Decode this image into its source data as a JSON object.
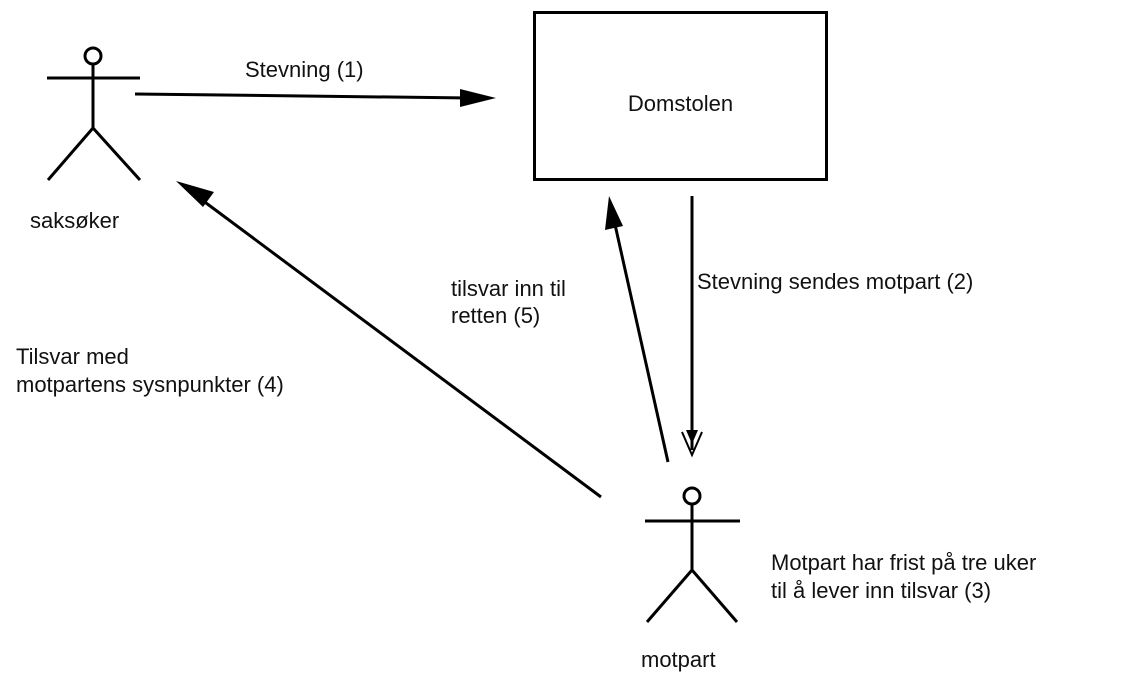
{
  "diagram": {
    "court": {
      "label": "Domstolen"
    },
    "actors": {
      "plaintiff": {
        "label": "saksøker"
      },
      "defendant": {
        "label": "motpart"
      }
    },
    "arrows": {
      "summons": {
        "label": "Stevning (1)"
      },
      "summons_sent": {
        "label": "Stevning sendes motpart (2)"
      },
      "deadline": {
        "lines": [
          "Motpart har frist på tre uker",
          "til å lever inn tilsvar (3)"
        ]
      },
      "reply_views": {
        "lines": [
          "Tilsvar med",
          "motpartens sysnpunkter (4)"
        ]
      },
      "reply_court": {
        "lines": [
          "tilsvar inn til",
          "retten (5)"
        ]
      }
    },
    "colors": {
      "stroke": "#000000",
      "text": "#111111",
      "background": "#ffffff"
    }
  }
}
